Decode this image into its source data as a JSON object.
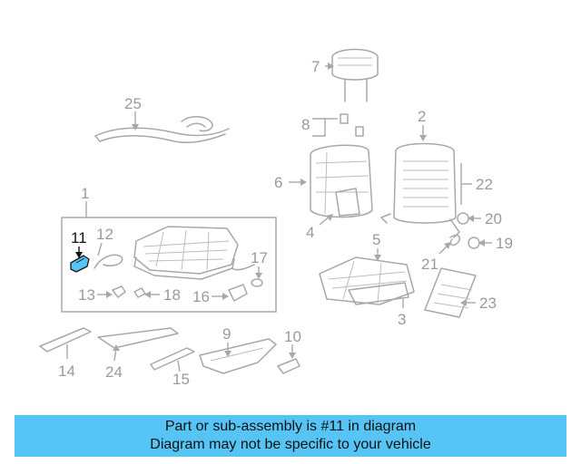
{
  "highlight_color": "#56c5f5",
  "highlighted_part": "11",
  "part_numbers": {
    "p1": "1",
    "p2": "2",
    "p3": "3",
    "p4": "4",
    "p5": "5",
    "p6": "6",
    "p7": "7",
    "p8": "8",
    "p9": "9",
    "p10": "10",
    "p11": "11",
    "p12": "12",
    "p13": "13",
    "p14": "14",
    "p15": "15",
    "p16": "16",
    "p17": "17",
    "p18": "18",
    "p19": "19",
    "p20": "20",
    "p21": "21",
    "p22": "22",
    "p23": "23",
    "p24": "24",
    "p25": "25"
  },
  "banner": {
    "line1": "Part or sub-assembly is #11 in diagram",
    "line2": "Diagram may not be specific to your vehicle"
  }
}
